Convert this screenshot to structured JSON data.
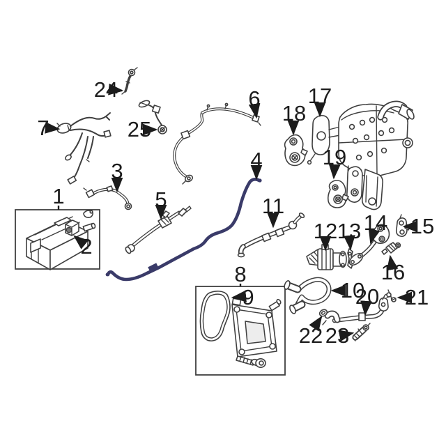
{
  "diagram": {
    "type": "auto-parts-exploded-diagram",
    "background_color": "#ffffff",
    "line_color": "#3f3f3f",
    "highlight_tube_color": "#3a3b69",
    "label_color": "#1c1c1c",
    "parts": [
      {
        "label": "1"
      },
      {
        "label": "2"
      },
      {
        "label": "3"
      },
      {
        "label": "4"
      },
      {
        "label": "5"
      },
      {
        "label": "6"
      },
      {
        "label": "7"
      },
      {
        "label": "8"
      },
      {
        "label": "9"
      },
      {
        "label": "10"
      },
      {
        "label": "11"
      },
      {
        "label": "12"
      },
      {
        "label": "13"
      },
      {
        "label": "14"
      },
      {
        "label": "15"
      },
      {
        "label": "16"
      },
      {
        "label": "17"
      },
      {
        "label": "18"
      },
      {
        "label": "19"
      },
      {
        "label": "20"
      },
      {
        "label": "21"
      },
      {
        "label": "22"
      },
      {
        "label": "23"
      },
      {
        "label": "24"
      },
      {
        "label": "25"
      }
    ]
  }
}
